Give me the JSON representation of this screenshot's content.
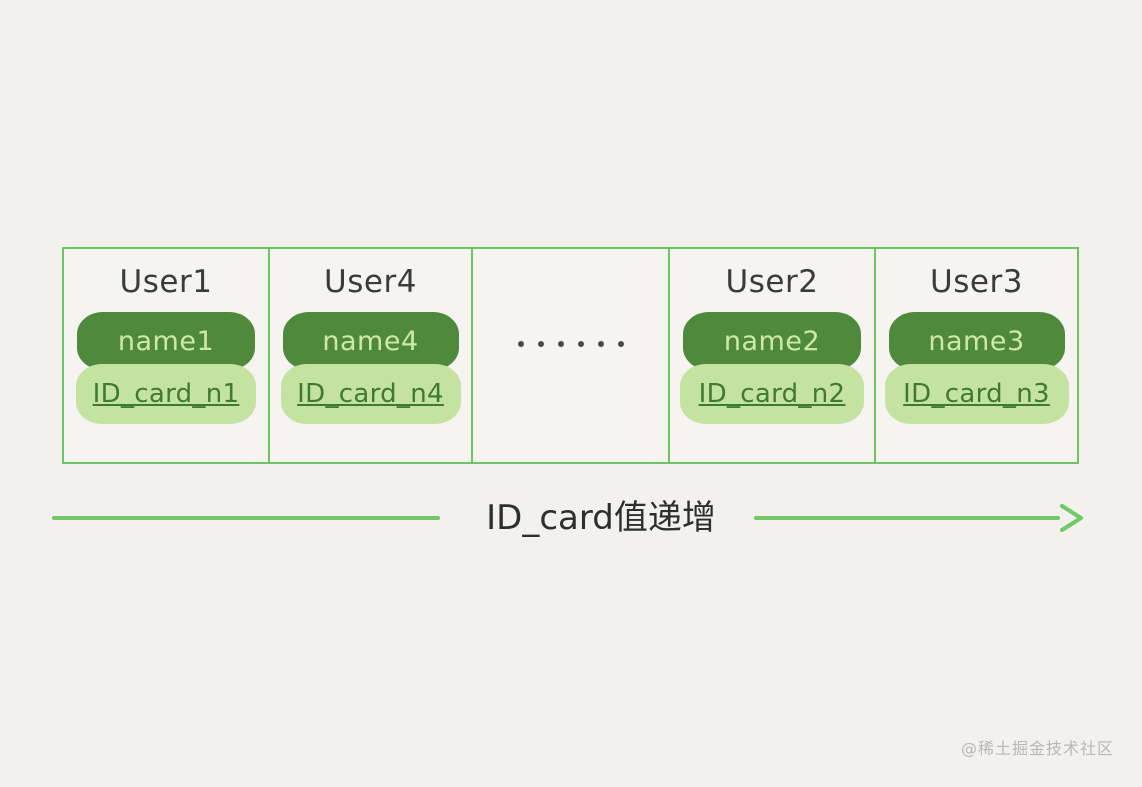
{
  "background_color": "#f2f1ee",
  "palette": {
    "grid_green": "#6dc561",
    "pill_dark_green": "#4f8a3c",
    "pill_dark_green_text": "#cfe8a6",
    "pill_light_green": "#c5e3a0",
    "pill_light_green_text": "#3e7a30",
    "arrow_green": "#72c766",
    "title_text": "#3b3b3b",
    "dot_gray": "#4a4a4a",
    "watermark_gray": "#b9b7b2"
  },
  "diagram": {
    "cells": [
      {
        "id": "cell-1",
        "title": "User1",
        "name_label": "name1",
        "id_card_label": "ID_card_n1",
        "is_gap": false
      },
      {
        "id": "cell-2",
        "title": "User4",
        "name_label": "name4",
        "id_card_label": "ID_card_n4",
        "is_gap": false
      },
      {
        "id": "cell-gap",
        "title": "",
        "name_label": "",
        "id_card_label": "",
        "is_gap": true,
        "ellipsis_dots": 6
      },
      {
        "id": "cell-3",
        "title": "User2",
        "name_label": "name2",
        "id_card_label": "ID_card_n2",
        "is_gap": false
      },
      {
        "id": "cell-4",
        "title": "User3",
        "name_label": "name3",
        "id_card_label": "ID_card_n3",
        "is_gap": false
      }
    ],
    "axis": {
      "label": "ID_card值递增",
      "direction": "right",
      "arrow_icon": "arrow-right-icon"
    }
  },
  "watermark": {
    "text": "@稀土掘金技术社区"
  }
}
